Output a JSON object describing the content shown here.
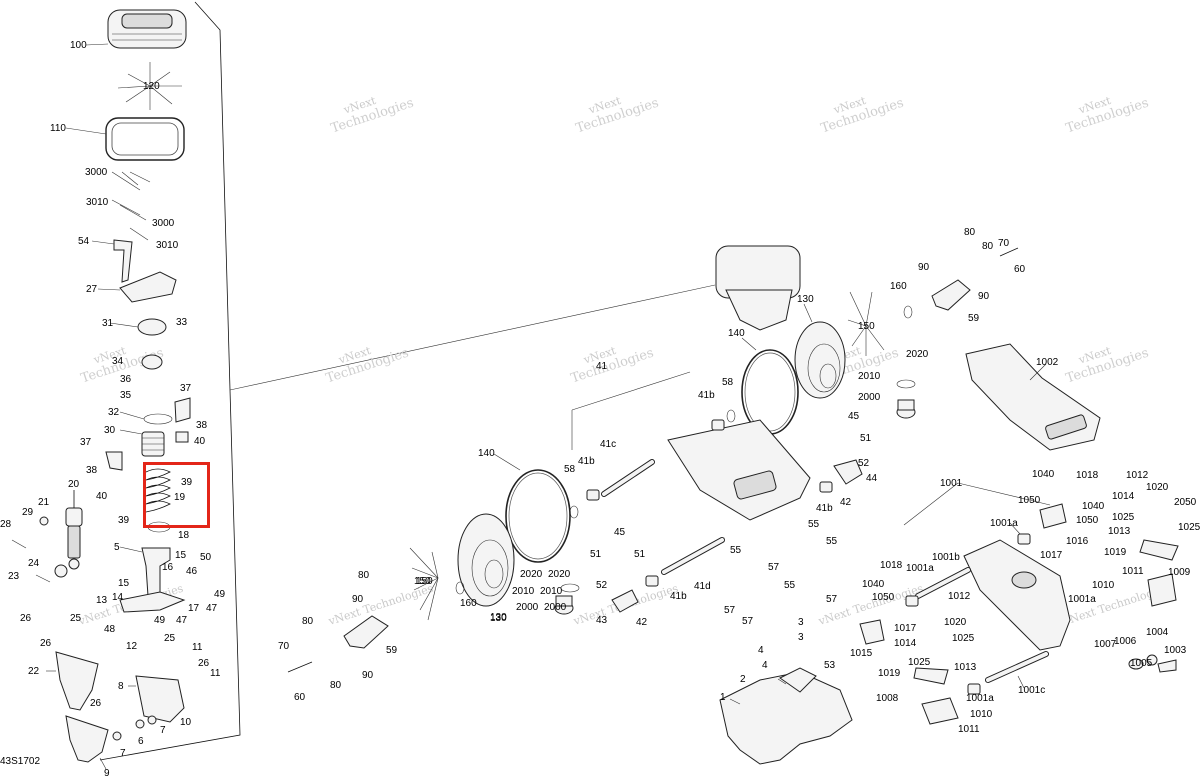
{
  "diagram": {
    "doc_code": "43S1702",
    "watermark": {
      "line1": "vNext",
      "line2": "Technologies",
      "compact": "vNext Technologies"
    },
    "highlight": {
      "color": "#e32619"
    },
    "callouts": [
      {
        "label": "100"
      },
      {
        "label": "120"
      },
      {
        "label": "110"
      },
      {
        "label": "3000"
      },
      {
        "label": "3010"
      },
      {
        "label": "3000"
      },
      {
        "label": "3010"
      },
      {
        "label": "54"
      },
      {
        "label": "27"
      },
      {
        "label": "31"
      },
      {
        "label": "33"
      },
      {
        "label": "34"
      },
      {
        "label": "36"
      },
      {
        "label": "35"
      },
      {
        "label": "37"
      },
      {
        "label": "32"
      },
      {
        "label": "30"
      },
      {
        "label": "38"
      },
      {
        "label": "40"
      },
      {
        "label": "37"
      },
      {
        "label": "38"
      },
      {
        "label": "39"
      },
      {
        "label": "40"
      },
      {
        "label": "19"
      },
      {
        "label": "39"
      },
      {
        "label": "18"
      },
      {
        "label": "20"
      },
      {
        "label": "21"
      },
      {
        "label": "29"
      },
      {
        "label": "28"
      },
      {
        "label": "5"
      },
      {
        "label": "15"
      },
      {
        "label": "16"
      },
      {
        "label": "50"
      },
      {
        "label": "24"
      },
      {
        "label": "23"
      },
      {
        "label": "46"
      },
      {
        "label": "15"
      },
      {
        "label": "14"
      },
      {
        "label": "13"
      },
      {
        "label": "17"
      },
      {
        "label": "49"
      },
      {
        "label": "47"
      },
      {
        "label": "25"
      },
      {
        "label": "26"
      },
      {
        "label": "48"
      },
      {
        "label": "49"
      },
      {
        "label": "47"
      },
      {
        "label": "26"
      },
      {
        "label": "25"
      },
      {
        "label": "12"
      },
      {
        "label": "11"
      },
      {
        "label": "26"
      },
      {
        "label": "22"
      },
      {
        "label": "11"
      },
      {
        "label": "26"
      },
      {
        "label": "8"
      },
      {
        "label": "10"
      },
      {
        "label": "7"
      },
      {
        "label": "6"
      },
      {
        "label": "7"
      },
      {
        "label": "9"
      },
      {
        "label": "41"
      },
      {
        "label": "41b"
      },
      {
        "label": "41b"
      },
      {
        "label": "41c"
      },
      {
        "label": "58"
      },
      {
        "label": "140"
      },
      {
        "label": "58"
      },
      {
        "label": "140"
      },
      {
        "label": "130"
      },
      {
        "label": "150"
      },
      {
        "label": "2020"
      },
      {
        "label": "2010"
      },
      {
        "label": "2000"
      },
      {
        "label": "80"
      },
      {
        "label": "90"
      },
      {
        "label": "80"
      },
      {
        "label": "70"
      },
      {
        "label": "60"
      },
      {
        "label": "90"
      },
      {
        "label": "160"
      },
      {
        "label": "59"
      },
      {
        "label": "130"
      },
      {
        "label": "150"
      },
      {
        "label": "2020"
      },
      {
        "label": "2010"
      },
      {
        "label": "2000"
      },
      {
        "label": "1002"
      },
      {
        "label": "45"
      },
      {
        "label": "51"
      },
      {
        "label": "52"
      },
      {
        "label": "44"
      },
      {
        "label": "41b"
      },
      {
        "label": "42"
      },
      {
        "label": "55"
      },
      {
        "label": "55"
      },
      {
        "label": "57"
      },
      {
        "label": "55"
      },
      {
        "label": "57"
      },
      {
        "label": "55"
      },
      {
        "label": "57"
      },
      {
        "label": "57"
      },
      {
        "label": "41d"
      },
      {
        "label": "41b"
      },
      {
        "label": "45"
      },
      {
        "label": "51"
      },
      {
        "label": "51"
      },
      {
        "label": "52"
      },
      {
        "label": "43"
      },
      {
        "label": "42"
      },
      {
        "label": "150"
      },
      {
        "label": "160"
      },
      {
        "label": "130"
      },
      {
        "label": "80"
      },
      {
        "label": "90"
      },
      {
        "label": "80"
      },
      {
        "label": "70"
      },
      {
        "label": "60"
      },
      {
        "label": "90"
      },
      {
        "label": "80"
      },
      {
        "label": "59"
      },
      {
        "label": "2020"
      },
      {
        "label": "2010"
      },
      {
        "label": "2000"
      },
      {
        "label": "3"
      },
      {
        "label": "3"
      },
      {
        "label": "4"
      },
      {
        "label": "4"
      },
      {
        "label": "53"
      },
      {
        "label": "2"
      },
      {
        "label": "1"
      },
      {
        "label": "1001"
      },
      {
        "label": "1001a"
      },
      {
        "label": "1017"
      },
      {
        "label": "1016"
      },
      {
        "label": "1040"
      },
      {
        "label": "1018"
      },
      {
        "label": "1050"
      },
      {
        "label": "1040"
      },
      {
        "label": "1050"
      },
      {
        "label": "1012"
      },
      {
        "label": "1020"
      },
      {
        "label": "1014"
      },
      {
        "label": "1025"
      },
      {
        "label": "2050"
      },
      {
        "label": "1013"
      },
      {
        "label": "1025"
      },
      {
        "label": "1019"
      },
      {
        "label": "1011"
      },
      {
        "label": "1009"
      },
      {
        "label": "1010"
      },
      {
        "label": "1001a"
      },
      {
        "label": "1001b"
      },
      {
        "label": "1018"
      },
      {
        "label": "1001a"
      },
      {
        "label": "1040"
      },
      {
        "label": "1050"
      },
      {
        "label": "1017"
      },
      {
        "label": "1012"
      },
      {
        "label": "1020"
      },
      {
        "label": "1014"
      },
      {
        "label": "1025"
      },
      {
        "label": "1015"
      },
      {
        "label": "1025"
      },
      {
        "label": "1013"
      },
      {
        "label": "1019"
      },
      {
        "label": "1004"
      },
      {
        "label": "1006"
      },
      {
        "label": "1007"
      },
      {
        "label": "1005"
      },
      {
        "label": "1003"
      },
      {
        "label": "1001c"
      },
      {
        "label": "1001a"
      },
      {
        "label": "1010"
      },
      {
        "label": "1008"
      },
      {
        "label": "1011"
      }
    ]
  }
}
